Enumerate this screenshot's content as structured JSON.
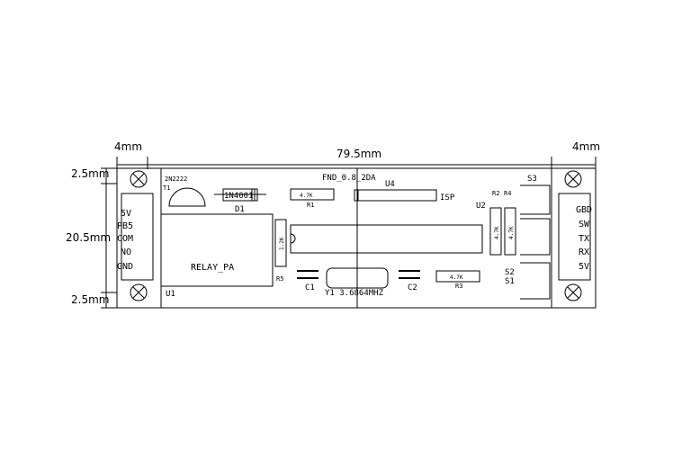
{
  "dimensions": {
    "top_left_width": "4mm",
    "top_total_width": "79.5mm",
    "top_right_width": "4mm",
    "left_top_margin": "2.5mm",
    "left_height": "20.5mm",
    "left_bottom_margin": "2.5mm"
  },
  "components": {
    "transistor_part": "2N2222",
    "transistor_ref": "T1",
    "diode_part": "1N4001",
    "diode_ref": "D1",
    "relay_part": "RELAY_PA",
    "relay_ref": "U1",
    "r1_value": "4.7K",
    "r1_ref": "R1",
    "r5_value": "1.2K",
    "r5_ref": "R5",
    "c1_ref": "C1",
    "crystal": "Y1 3.6864MHZ",
    "c2_ref": "C2",
    "r3_value": "4.7K",
    "r3_ref": "R3",
    "r2_ref": "R2",
    "r4_ref": "R4",
    "r2_value": "4.7K",
    "r4_value": "4.7K",
    "display_label": "FND_0.8_2DA",
    "u4_ref": "U4",
    "isp_label": "ISP",
    "u2_ref": "U2",
    "s3_ref": "S3",
    "s2_ref": "S2",
    "s1_ref": "S1"
  },
  "left_connector": [
    "5V",
    "PB5",
    "COM",
    "NO",
    "GND"
  ],
  "right_connector": [
    "GBD",
    "SW",
    "TX",
    "RX",
    "5V"
  ]
}
